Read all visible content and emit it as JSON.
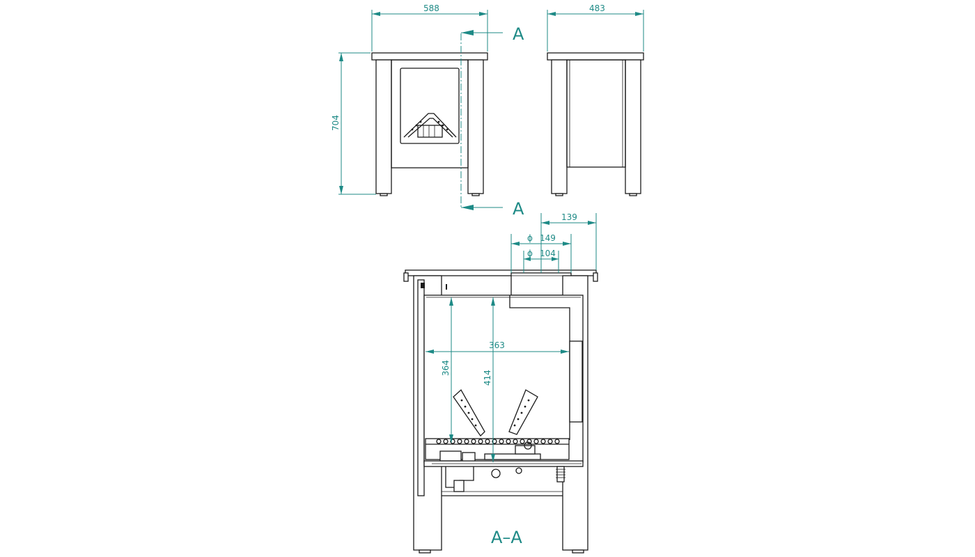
{
  "dimensions": {
    "front_width": "588",
    "side_depth": "483",
    "overall_height": "704",
    "flue_offset": "139",
    "flue_outer_diameter": "149",
    "flue_inner_diameter": "104",
    "firebox_width": "363",
    "firebox_height_inner": "364",
    "firebox_height_outer": "414"
  },
  "symbols": {
    "diameter": "ϕ"
  },
  "section": {
    "marker_top": "A",
    "marker_bottom": "A",
    "view_label": "A–A"
  },
  "colors": {
    "dimension_line": "#1e8a86",
    "outline": "#1b1b1b"
  }
}
